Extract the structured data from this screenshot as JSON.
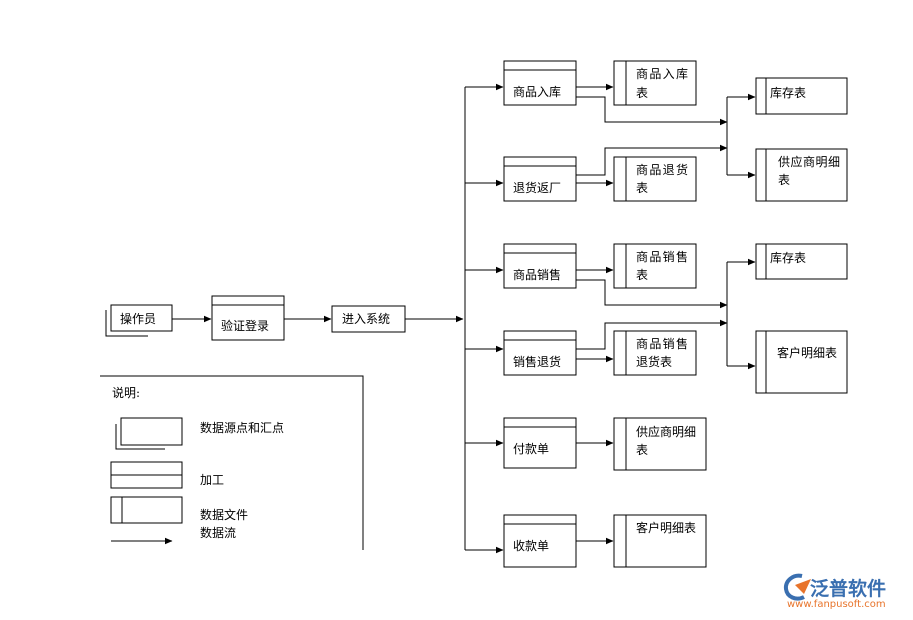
{
  "nodes": {
    "operator": "操作员",
    "login": "验证登录",
    "enter": "进入系统",
    "proc_in": "商品入库",
    "proc_return_supplier": "退货返厂",
    "proc_sales": "商品销售",
    "proc_sales_return": "销售退货",
    "proc_payment": "付款单",
    "proc_receipt": "收款单",
    "file_in_l1": "商品入库",
    "file_in_l2": "表",
    "file_ret_l1": "商品退货",
    "file_ret_l2": "表",
    "file_sales_l1": "商品销售",
    "file_sales_l2": "表",
    "file_sret_l1": "商品销售",
    "file_sret_l2": "退货表",
    "file_pay_l1": "供应商明细",
    "file_pay_l2": "表",
    "file_rec": "客户明细表",
    "stock1": "库存表",
    "supplier_l1": "供应商明细",
    "supplier_l2": "表",
    "stock2": "库存表",
    "customer": "客户明细表"
  },
  "legend": {
    "title": "说明:",
    "source": "数据源点和汇点",
    "process": "加工",
    "file": "数据文件",
    "flow": "数据流"
  },
  "logo": {
    "name": "泛普软件",
    "url": "www.fanpusoft.com"
  }
}
